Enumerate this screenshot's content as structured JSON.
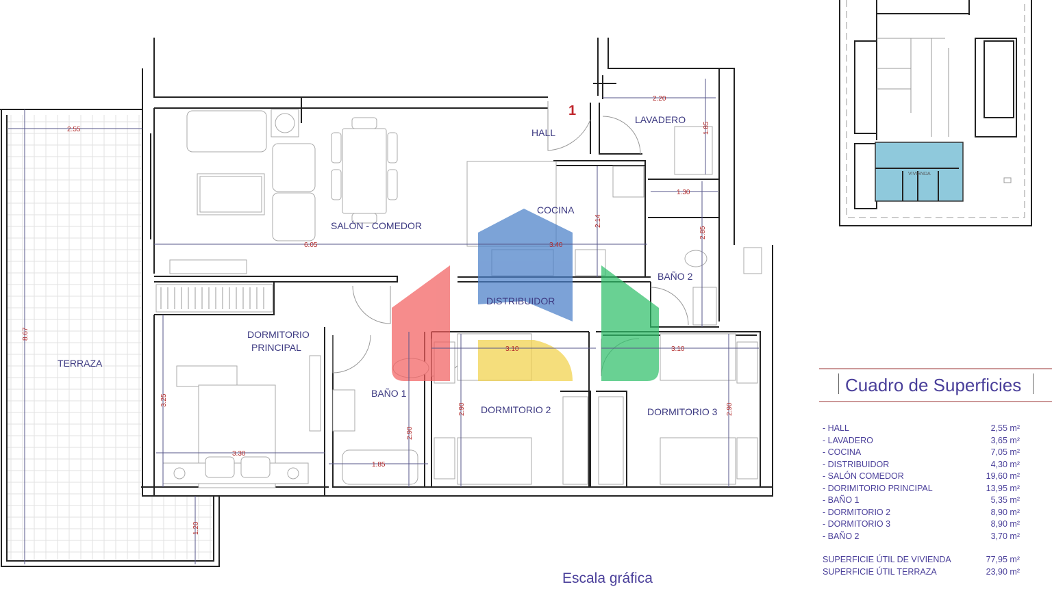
{
  "plan": {
    "unit_number": "1",
    "rooms": {
      "salon": "SALÓN - COMEDOR",
      "cocina": "COCINA",
      "hall": "HALL",
      "lavadero": "LAVADERO",
      "bano2": "BAÑO 2",
      "distribuidor": "DISTRIBUIDOR",
      "dorm_principal_1": "DORMITORIO",
      "dorm_principal_2": "PRINCIPAL",
      "bano1": "BAÑO 1",
      "dorm2": "DORMITORIO 2",
      "dorm3": "DORMITORIO 3",
      "terraza": "TERRAZA"
    },
    "dimensions": {
      "terraza_width": "2.55",
      "terraza_length": "8.67",
      "terraza_bottom": "1.20",
      "salon_length": "6.05",
      "cocina_length": "3.40",
      "lavadero_width": "2.20",
      "lavadero_depth": "1.85",
      "cocina_depth": "2.14",
      "bano2_width": "1.30",
      "bano2_depth": "2.85",
      "dorm_principal_depth": "3.25",
      "dorm_principal_width": "3.30",
      "bano1_width": "1.85",
      "bano1_depth": "2.90",
      "dorm2_width": "3.10",
      "dorm2_depth": "2.90",
      "dorm3_width": "3.10",
      "dorm3_depth": "2.90"
    },
    "keyplan_label": "VIVIENDA"
  },
  "surfaces": {
    "title": "Cuadro de Superficies",
    "items": [
      {
        "name": "- HALL",
        "area": "2,55 m²"
      },
      {
        "name": "- LAVADERO",
        "area": "3,65 m²"
      },
      {
        "name": "- COCINA",
        "area": "7,05 m²"
      },
      {
        "name": "- DISTRIBUIDOR",
        "area": "4,30 m²"
      },
      {
        "name": "- SALÓN COMEDOR",
        "area": "19,60 m²"
      },
      {
        "name": "- DORIMITORIO PRINCIPAL",
        "area": "13,95 m²"
      },
      {
        "name": "- BAÑO 1",
        "area": "5,35 m²"
      },
      {
        "name": "- DORMITORIO 2",
        "area": "8,90 m²"
      },
      {
        "name": "- DORMITORIO 3",
        "area": "8,90 m²"
      },
      {
        "name": "- BAÑO 2",
        "area": "3,70 m²"
      }
    ],
    "totals": [
      {
        "name": "SUPERFICIE ÚTIL DE VIVIENDA",
        "area": "77,95 m²"
      },
      {
        "name": "SUPERFICIE ÚTIL TERRAZA",
        "area": "23,90 m²"
      }
    ]
  },
  "scale_label": "Escala gráfica",
  "colors": {
    "room_text": "#3d3a82",
    "dim_text": "#b22a2a",
    "keyplan_fill": "#8fc9dc",
    "logo_blue": "#4a7fc8",
    "logo_red": "#f26060",
    "logo_green": "#2fbf6a",
    "logo_yellow": "#f2d24a"
  }
}
